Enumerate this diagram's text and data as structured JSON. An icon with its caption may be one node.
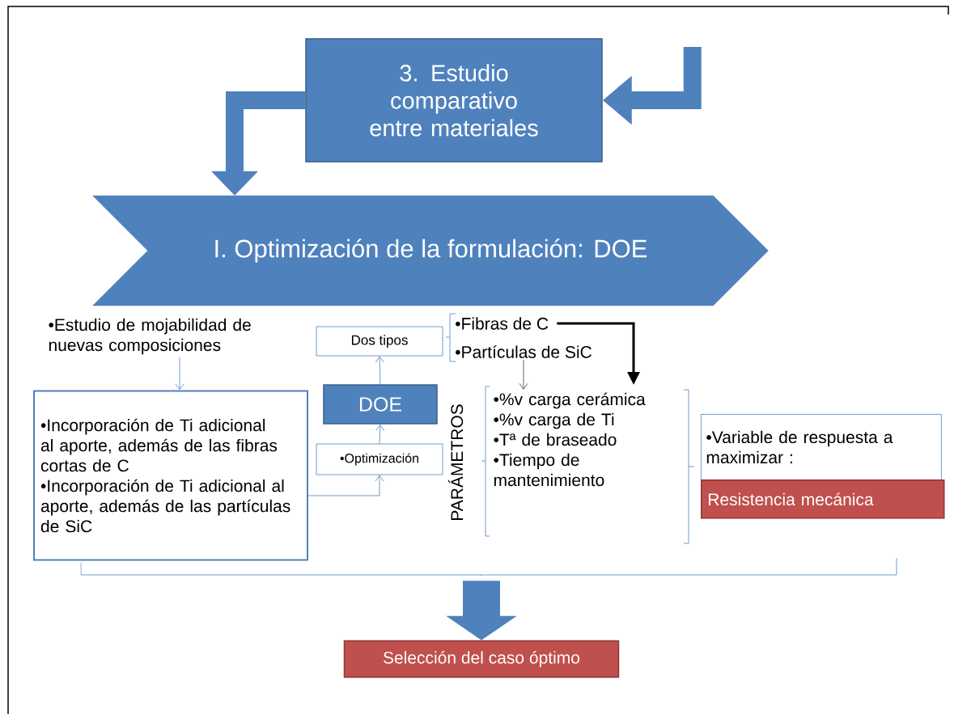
{
  "diagram": {
    "nodes": [
      {
        "text": [
          "3. Estudio comparativo entre materiales"
        ]
      },
      {
        "text": [
          "I. Optimización de la formulación: DOE"
        ]
      },
      {
        "text": [
          "•Estudio de mojabilidad de nuevas composiciones"
        ]
      },
      {
        "text": [
          "•Incorporación de Ti adicional al aporte, además de las fibras cortas de C",
          "•Incorporación de Ti adicional al aporte, además de las partículas de SiC"
        ]
      },
      {
        "text": [
          "Dos tipos"
        ]
      },
      {
        "text": [
          "DOE"
        ]
      },
      {
        "text": [
          "•Optimización"
        ]
      },
      {
        "text": [
          "•Fibras de C"
        ]
      },
      {
        "text": [
          "•Partículas de SiC"
        ]
      },
      {
        "text": [
          "PARÁMETROS"
        ]
      },
      {
        "text": [
          "•%v carga cerámica",
          "•%v carga de Ti",
          "•Tª de braseado",
          "•Tiempo de mantenimiento"
        ]
      },
      {
        "text": [
          "•Variable de respuesta a maximizar :"
        ]
      },
      {
        "text": [
          "Resistencia mecánica"
        ]
      },
      {
        "text": [],
        "shape": "bar"
      },
      {
        "text": [
          "Selección del caso óptimo"
        ]
      }
    ],
    "edges": [
      {
        "from": null,
        "to": 0,
        "arrow": "to",
        "style": "thick"
      },
      {
        "from": 0,
        "to": 1,
        "arrow": "to",
        "style": "thick"
      },
      {
        "from": 2,
        "to": 3,
        "arrow": "to"
      },
      {
        "from": 3,
        "to": 6,
        "arrow": "to"
      },
      {
        "from": 6,
        "to": 5,
        "arrow": "to"
      },
      {
        "from": 5,
        "to": 4,
        "arrow": "to"
      },
      {
        "from": 7,
        "to": 10,
        "arrow": "to",
        "style": "thick",
        "color": "#000000"
      },
      {
        "from": 8,
        "to": 10,
        "arrow": "to",
        "color": "#404040"
      },
      {
        "from": 13,
        "to": 14,
        "arrow": "to",
        "style": "thick"
      }
    ]
  }
}
